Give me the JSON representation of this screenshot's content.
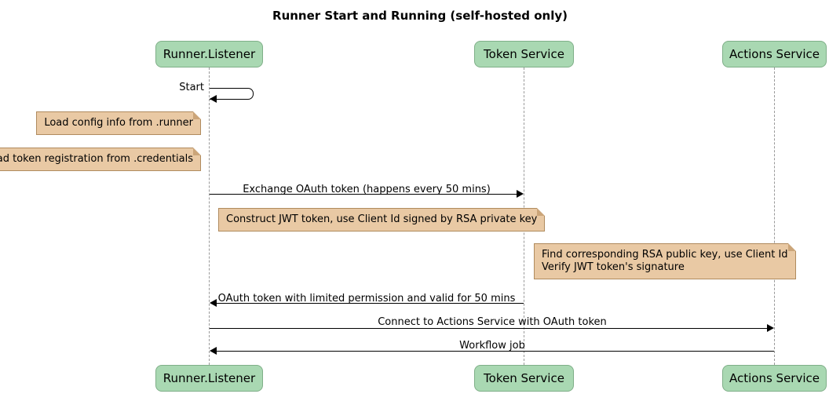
{
  "title": "Runner Start and Running (self-hosted only)",
  "participants": [
    {
      "id": "runner-listener",
      "label": "Runner.Listener"
    },
    {
      "id": "token-service",
      "label": "Token Service"
    },
    {
      "id": "actions-service",
      "label": "Actions Service"
    }
  ],
  "messages": [
    {
      "label": "Start",
      "type": "self",
      "on": "Runner.Listener"
    },
    {
      "label": "Exchange OAuth token (happens every 50 mins)",
      "from": "Runner.Listener",
      "to": "Token Service"
    },
    {
      "label": "OAuth token with limited permission and valid for 50 mins",
      "from": "Token Service",
      "to": "Runner.Listener"
    },
    {
      "label": "Connect to Actions Service with OAuth token",
      "from": "Runner.Listener",
      "to": "Actions Service"
    },
    {
      "label": "Workflow job",
      "from": "Actions Service",
      "to": "Runner.Listener"
    }
  ],
  "notes": [
    {
      "lines": [
        "Load config info from .runner"
      ]
    },
    {
      "lines": [
        "Load token registration from .credentials"
      ]
    },
    {
      "lines": [
        "Construct JWT token, use Client Id signed by RSA private key"
      ]
    },
    {
      "lines": [
        "Find corresponding RSA public key, use Client Id",
        "Verify JWT token's signature"
      ]
    }
  ],
  "colors": {
    "participant_fill": "#A9D8B2",
    "participant_border": "#7FAF88",
    "note_fill": "#E9C9A4",
    "note_border": "#B08B5E",
    "lifeline": "#999999",
    "arrow": "#000000"
  }
}
